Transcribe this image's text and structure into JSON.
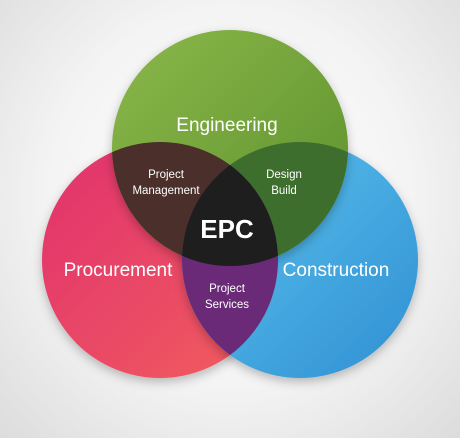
{
  "diagram": {
    "circles": {
      "top": {
        "label": "Engineering",
        "color_light": "#8bb84a",
        "color_dark": "#5b8f2c"
      },
      "left": {
        "label": "Procurement",
        "color_light": "#f25e5e",
        "color_dark": "#e0306e"
      },
      "right": {
        "label": "Construction",
        "color_light": "#5fc6ee",
        "color_dark": "#2f8fd3"
      }
    },
    "overlaps": {
      "top_left": {
        "line1": "Project",
        "line2": "Management",
        "color": "#4a2f2a"
      },
      "top_right": {
        "line1": "Design",
        "line2": "Build",
        "color": "#3e6e2e"
      },
      "left_right": {
        "line1": "Project",
        "line2": "Services",
        "color": "#6a2a78"
      }
    },
    "center": {
      "label": "EPC",
      "color": "#1e1e1e"
    }
  }
}
